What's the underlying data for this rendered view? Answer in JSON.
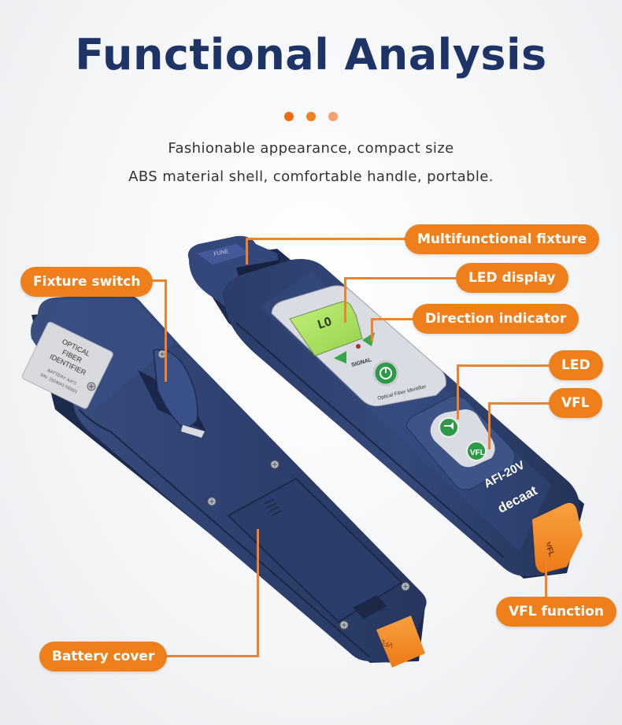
{
  "header": {
    "title": "Functional Analysis",
    "subtitle_line1": "Fashionable appearance, compact size",
    "subtitle_line2": "ABS material shell, comfortable handle, portable."
  },
  "colors": {
    "title": "#1e3366",
    "accent": "#ef7f1a",
    "dot1": "#f06a10",
    "dot2": "#f3801f",
    "dot3": "#f6a06a",
    "device_body": "#2f4170",
    "lcd": "#a6e05a"
  },
  "device_text": {
    "back_sticker": [
      "OPTICAL",
      "FIBER",
      "IDENTIFIER"
    ],
    "back_sticker_small": [
      "BATTERY: AA*2",
      "S/N: 2024041700001"
    ],
    "top_tag": "FUNE",
    "lcd_reading": "LO",
    "signal": "SIGNAL",
    "product_name": "Optical Fiber Identifier",
    "model": "AFI-20V",
    "brand": "decaat",
    "cap_label": "VFL",
    "vfl_button": "VFL"
  },
  "callouts": {
    "fixture_switch": "Fixture switch",
    "multifunctional_fixture": "Multifunctional fixture",
    "led_display": "LED display",
    "direction_indicator": "Direction indicator",
    "led": "LED",
    "vfl": "VFL",
    "vfl_function": "VFL function",
    "battery_cover": "Battery cover"
  }
}
